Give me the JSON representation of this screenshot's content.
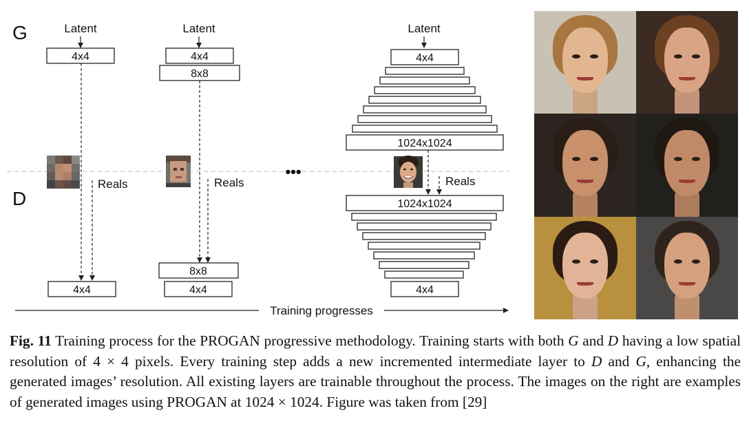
{
  "diagram": {
    "generator_label": "G",
    "discriminator_label": "D",
    "latent_label": "Latent",
    "reals_label": "Reals",
    "ellipsis": "•••",
    "progress_label": "Training progresses",
    "stage1": {
      "g_top": "4x4",
      "d_bottom": "4x4"
    },
    "stage2": {
      "g_top": "4x4",
      "g_next": "8x8",
      "d_next": "8x8",
      "d_bottom": "4x4"
    },
    "stage3": {
      "g_top": "4x4",
      "g_last": "1024x1024",
      "d_first": "1024x1024",
      "d_bottom": "4x4"
    }
  },
  "samples": [
    {
      "hair": "#a8773f",
      "skin": "#e2b691",
      "bg": "#c9c2b4"
    },
    {
      "hair": "#6b4023",
      "skin": "#d9a486",
      "bg": "#3b2a22"
    },
    {
      "hair": "#2a1d16",
      "skin": "#c9906c",
      "bg": "#2b2420"
    },
    {
      "hair": "#1f1812",
      "skin": "#c08a68",
      "bg": "#22201d"
    },
    {
      "hair": "#2b1b12",
      "skin": "#e1b497",
      "bg": "#b9903e"
    },
    {
      "hair": "#2e241d",
      "skin": "#d4a07d",
      "bg": "#4a4846"
    }
  ],
  "caption": {
    "fig_label": "Fig. 11",
    "t1": " Training process for the PROGAN progressive methodology. Training starts with both ",
    "g": "G",
    "t2": " and ",
    "d": "D",
    "t3": " having a low spatial resolution of 4 × 4 pixels. Every training step adds a new incremented intermediate layer to ",
    "d2": "D",
    "t4": " and ",
    "g2": "G",
    "t5": ", enhancing the generated images’ resolution. All existing layers are trainable throughout the process. The images on the right are examples of generated images using PROGAN at 1024 × 1024. Figure was taken from [29]"
  }
}
